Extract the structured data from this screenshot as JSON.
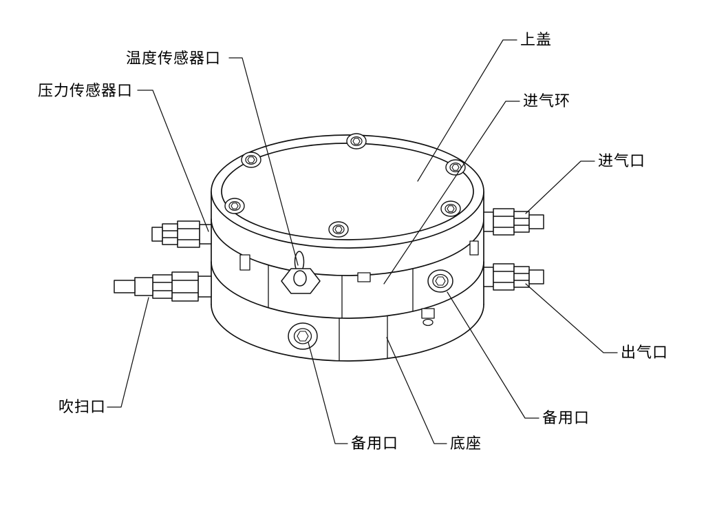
{
  "figure": {
    "type": "technical-illustration",
    "description": "Isometric line drawing of a cylindrical gas chamber assembly with labeled ports",
    "background_color": "#ffffff",
    "line_color": "#111111"
  },
  "labels": {
    "temperature_sensor_port": {
      "text": "温度传感器口"
    },
    "pressure_sensor_port": {
      "text": "压力传感器口"
    },
    "top_cover": {
      "text": "上盖"
    },
    "intake_ring": {
      "text": "进气环"
    },
    "gas_inlet": {
      "text": "进气口"
    },
    "gas_outlet": {
      "text": "出气口"
    },
    "spare_port_right": {
      "text": "备用口"
    },
    "base": {
      "text": "底座"
    },
    "spare_port_bottom": {
      "text": "备用口"
    },
    "purge_port": {
      "text": "吹扫口"
    }
  }
}
